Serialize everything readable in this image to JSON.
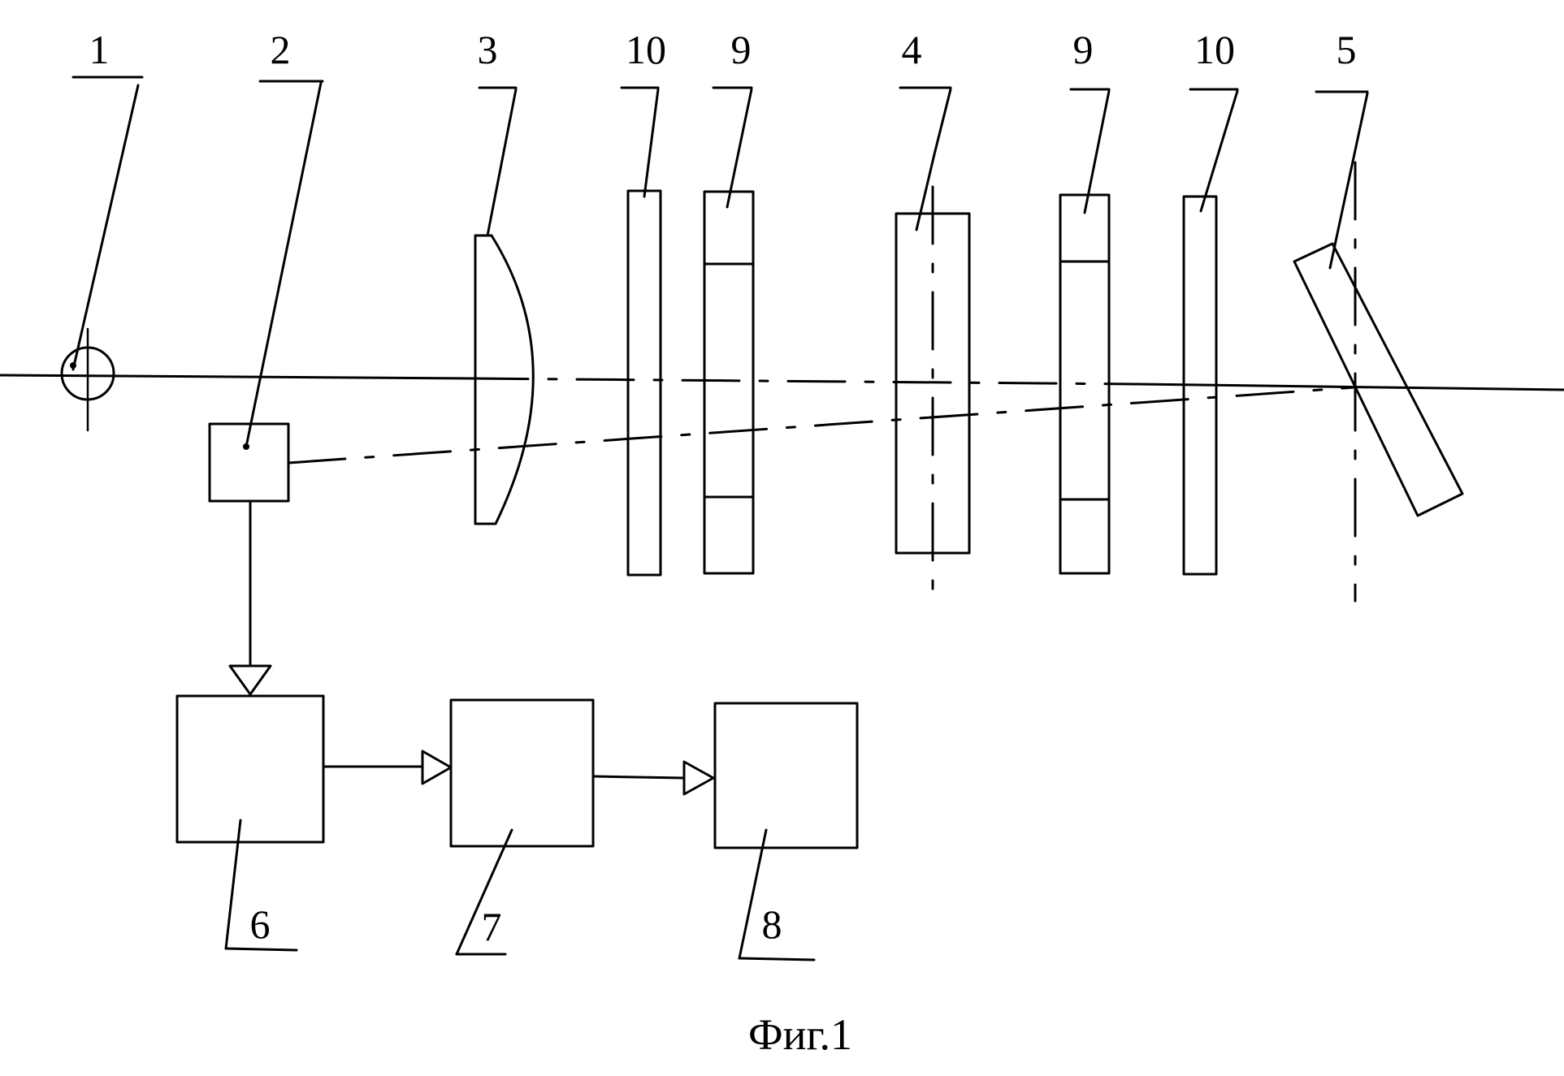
{
  "labels": {
    "l1": "1",
    "l2": "2",
    "l3": "3",
    "l10a": "10",
    "l9a": "9",
    "l4": "4",
    "l9b": "9",
    "l10b": "10",
    "l5": "5",
    "l6": "6",
    "l7": "7",
    "l8": "8"
  },
  "caption": "Фиг.1"
}
